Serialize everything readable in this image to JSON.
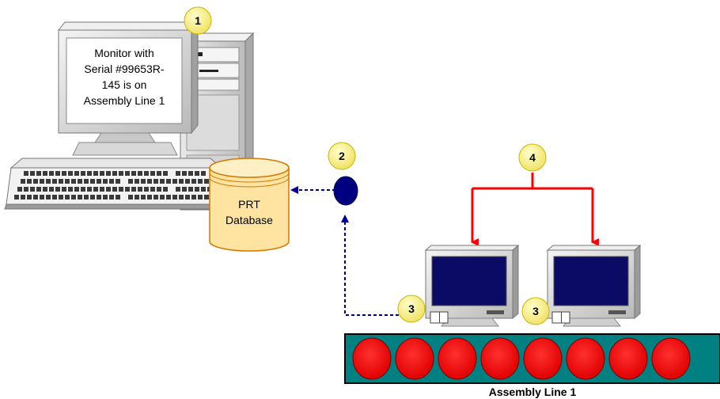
{
  "monitor_screen": {
    "lines": [
      "Monitor with",
      "Serial #99653R-",
      "145  is on",
      "Assembly Line 1"
    ]
  },
  "database": {
    "lines": [
      "PRT",
      "Database"
    ]
  },
  "callouts": {
    "c1": "1",
    "c2": "2",
    "c3a": "3",
    "c3b": "3",
    "c4": "4"
  },
  "assembly_line": {
    "caption": "Assembly Line 1",
    "item_count": 8
  },
  "colors": {
    "callout_fill": "#ffff99",
    "red_arrow": "#ff0000",
    "blue_dashed": "#000099",
    "db_fill": "#ffe3a0",
    "belt_teal": "#008080",
    "belt_disc": "#ff0000",
    "monitor_screen_dark": "#0b0b66"
  }
}
